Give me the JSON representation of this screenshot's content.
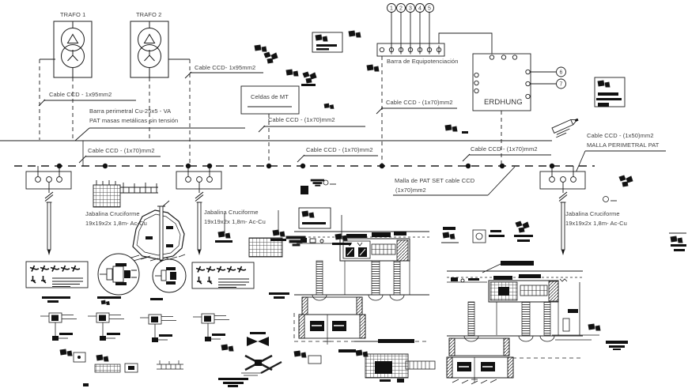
{
  "labels": {
    "trafo1": "TRAFO 1",
    "trafo2": "TRAFO 2",
    "cable_ccd95_left": "Cable CCD - 1x95mm2",
    "cable_ccd95_right": "Cable CCD- 1x95mm2",
    "barra_perimetral_1": "Barra perimetral Cu-25x5 - VA",
    "barra_perimetral_2": "PAT masas metálicas sin tensión",
    "celdas_mt": "Celdas de MT",
    "cable_ccd70": "Cable CCD - (1x70)mm2",
    "barra_equipot": "Barra de Equipotenciación",
    "erdhung": "ERDHUNG",
    "cable_ccd50": "Cable CCD - (1x50)mm2",
    "malla_perimetral": "MALLA PERIMETRAL PAT",
    "malla_pat_1": "Malla de PAT SET cable CCD",
    "malla_pat_2": "(1x70)mm2",
    "jabalina_1": "Jabalina Cruciforme",
    "jabalina_2": "19x19x2x 1,8m- Ac-Cu"
  },
  "terminals": {
    "t1": "1",
    "t2": "2",
    "t3": "3",
    "t4": "4",
    "t5": "5",
    "t6": "6",
    "t7": "7"
  },
  "colors": {
    "line": "#1d1d1d",
    "text": "#3c3c3c",
    "background": "#ffffff"
  }
}
